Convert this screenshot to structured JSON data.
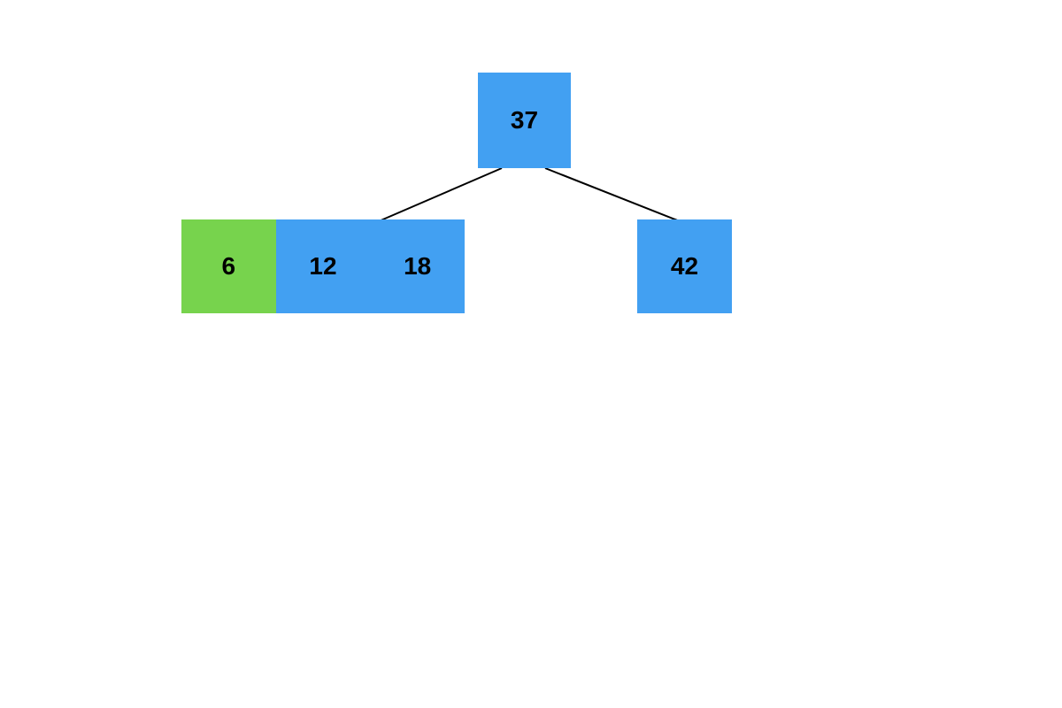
{
  "diagram": {
    "type": "b-tree",
    "colors": {
      "node_fill": "#42A0F2",
      "highlight_fill": "#77D34D",
      "edge": "#000000",
      "key_text": "#000000",
      "background": "#FFFFFF"
    },
    "nodes": [
      {
        "id": "root",
        "keys": [
          {
            "value": "37",
            "highlighted": false
          }
        ]
      },
      {
        "id": "left-child",
        "keys": [
          {
            "value": "6",
            "highlighted": true
          },
          {
            "value": "12",
            "highlighted": false
          },
          {
            "value": "18",
            "highlighted": false
          }
        ]
      },
      {
        "id": "right-child",
        "keys": [
          {
            "value": "42",
            "highlighted": false
          }
        ]
      }
    ],
    "edges": [
      {
        "from": "root",
        "to": "left-child"
      },
      {
        "from": "root",
        "to": "right-child"
      }
    ]
  }
}
